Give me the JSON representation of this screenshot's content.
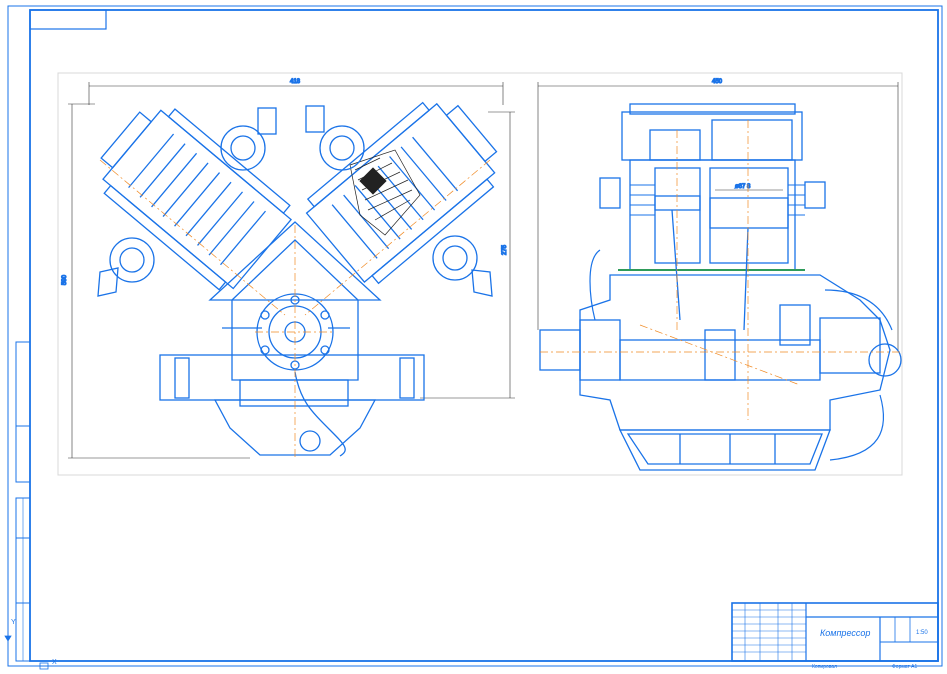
{
  "colors": {
    "line": "#1a73e8",
    "center": "#f08a24",
    "green": "#2e9b5a",
    "dark": "#222222"
  },
  "left_view": {
    "dim_top": "418",
    "dim_left": "590",
    "dim_right": "275"
  },
  "right_view": {
    "dim_top": "450",
    "cyl_label": "ø67 8"
  },
  "title_block": {
    "title": "Компрессор",
    "scale": "1:50",
    "code_bottom": "Копировал",
    "format_bottom": "Формат А1"
  },
  "axes": {
    "x_label": "X",
    "y_label": "Y"
  },
  "icons": [
    "axis-x-icon",
    "axis-y-icon"
  ]
}
